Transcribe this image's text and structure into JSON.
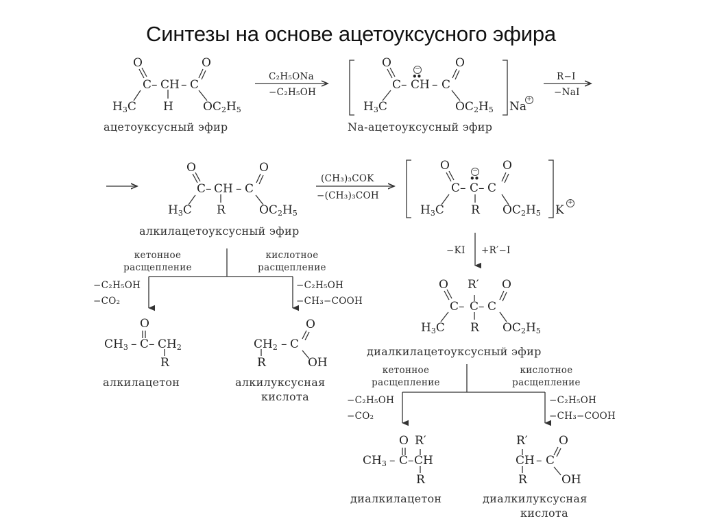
{
  "title": "Синтезы на основе ацетоуксусного эфира",
  "atoms": {
    "O": "O",
    "C": "C",
    "CH": "CH",
    "H": "H",
    "R": "R",
    "R_prime": "R′",
    "H3C_main": "H",
    "H3C_sub": "3",
    "H3C_tail": "C",
    "OC2H5_a": "OC",
    "OC2H5_b": "2",
    "OC2H5_c": "H",
    "OC2H5_d": "5",
    "CH3": "CH",
    "CH3_sub": "3",
    "CH2": "CH",
    "CH2_sub": "2",
    "OH": "OH",
    "dash": "–",
    "Na": "Na",
    "K": "K",
    "minus": "−",
    "plus": "+"
  },
  "compounds": {
    "acetoacetic_ester": "ацетоуксусный эфир",
    "na_acetoacetic_ester": "Na-ацетоуксусный эфир",
    "alkyl_acetoacetic_ester": "алкилацетоуксусный эфир",
    "dialkyl_acetoacetic_ester": "диалкилацетоуксусный эфир",
    "alkyl_acetone": "алкилацетон",
    "alkyl_acetic_acid_1": "алкилуксусная",
    "alkyl_acetic_acid_2": "кислота",
    "dialkyl_acetone": "диалкилацетон",
    "dialkyl_acetic_acid_1": "диалкилуксусная",
    "dialkyl_acetic_acid_2": "кислота"
  },
  "reagents": {
    "step1_top": "C₂H₅ONa",
    "step1_bottom": "−C₂H₅OH",
    "step2_top": "R−I",
    "step2_bottom": "−NaI",
    "step3_top": "(CH₃)₃COK",
    "step3_bottom": "−(CH₃)₃COH",
    "step4_left": "−KI",
    "step4_right": "+R′−I"
  },
  "cleavage": {
    "ketone_1": "кетонное",
    "ketone_2": "расщепление",
    "acid_1": "кислотное",
    "acid_2": "расщепление",
    "ketone_loss_1": "−C₂H₅OH",
    "ketone_loss_2": "−CO₂",
    "acid_loss_1": "−C₂H₅OH",
    "acid_loss_2": "−CH₃−COOH"
  }
}
